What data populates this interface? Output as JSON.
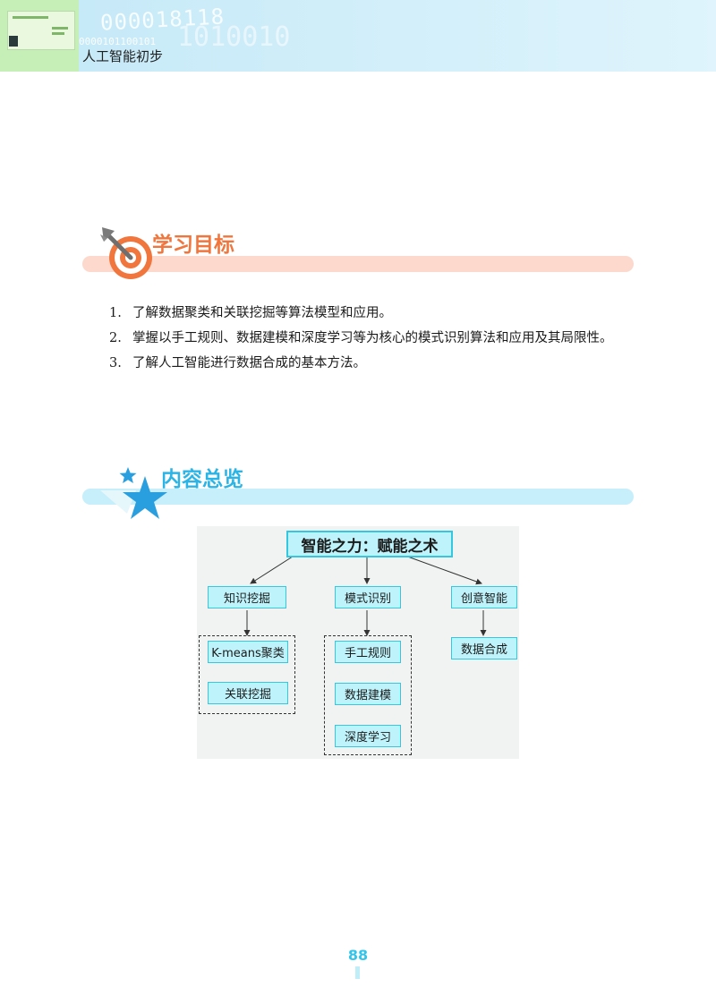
{
  "header": {
    "book_title": "人工智能初步",
    "digits_big": "000018118",
    "digits_mid": "0000101100101",
    "digits_big2": "1010010"
  },
  "goals": {
    "heading": "学习目标",
    "items": [
      {
        "num": "1.",
        "text": "了解数据聚类和关联挖掘等算法模型和应用。"
      },
      {
        "num": "2.",
        "text": "掌握以手工规则、数据建模和深度学习等为核心的模式识别算法和应用及其局限性。"
      },
      {
        "num": "3.",
        "text": "了解人工智能进行数据合成的基本方法。"
      }
    ]
  },
  "overview": {
    "heading": "内容总览",
    "diagram": {
      "root": "智能之力：赋能之术",
      "branches": [
        {
          "label": "知识挖掘",
          "children": [
            "K-means聚类",
            "关联挖掘"
          ]
        },
        {
          "label": "模式识别",
          "children": [
            "手工规则",
            "数据建模",
            "深度学习"
          ]
        },
        {
          "label": "创意智能",
          "children": [
            "数据合成"
          ]
        }
      ]
    }
  },
  "page_number": "88",
  "colors": {
    "goals_accent": "#f0763d",
    "goals_bar": "#fcd9cc",
    "overview_accent": "#2bb4e6",
    "overview_bar": "#c7eefb",
    "node_fill": "#bff3fb",
    "node_border": "#35c6e0"
  },
  "icons": {
    "goals": "target-arrow-icon",
    "overview": "star-icon"
  }
}
